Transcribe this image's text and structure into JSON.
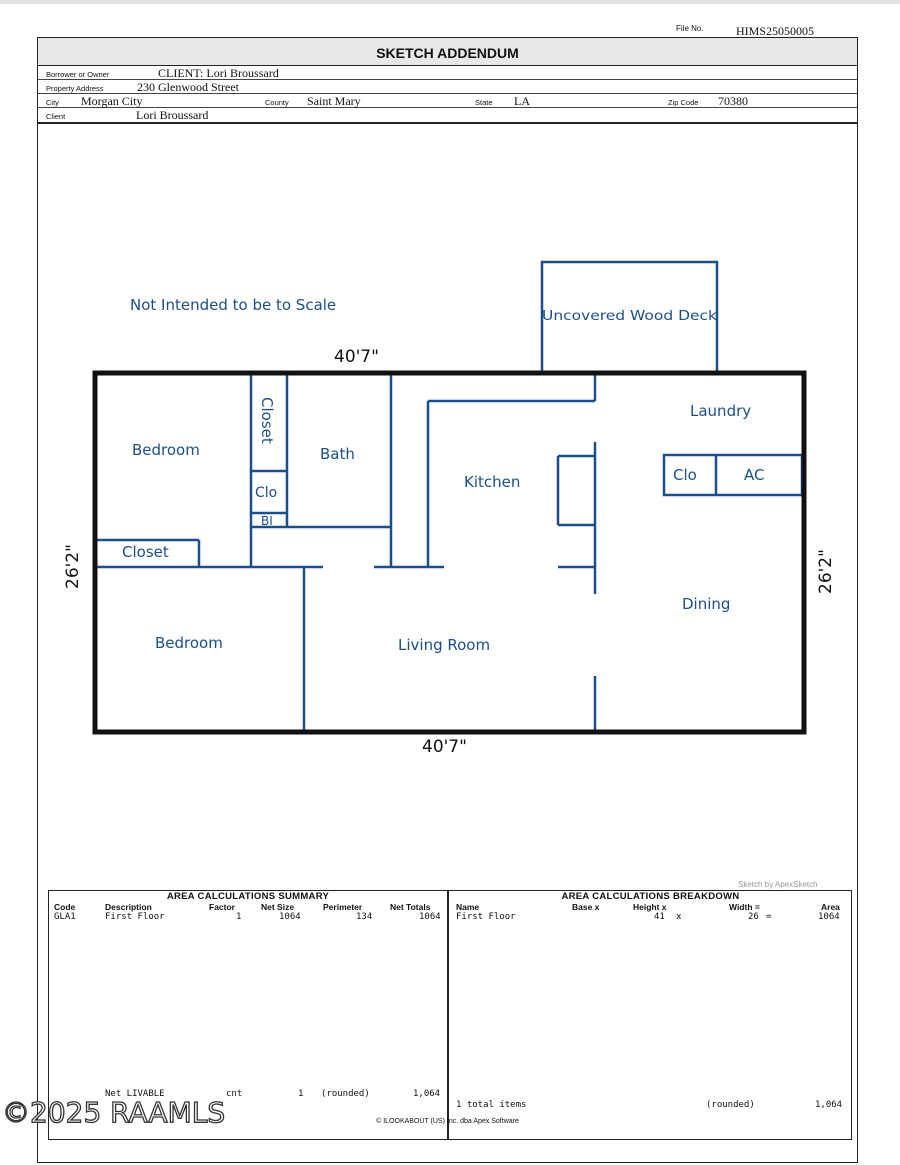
{
  "file": {
    "label": "File No.",
    "value": "HIMS25050005"
  },
  "header": {
    "title": "SKETCH ADDENDUM",
    "borrower_label": "Borrower or Owner",
    "borrower_value": "CLIENT: Lori Broussard",
    "address_label": "Property Address",
    "address_value": "230 Glenwood Street",
    "city_label": "City",
    "city_value": "Morgan City",
    "county_label": "County",
    "county_value": "Saint Mary",
    "state_label": "State",
    "state_value": "LA",
    "zip_label": "Zip Code",
    "zip_value": "70380",
    "client_label": "Client",
    "client_value": "Lori Broussard"
  },
  "sketch": {
    "scale_note": "Not Intended to be to Scale",
    "dim_top": "40'7\"",
    "dim_bottom": "40'7\"",
    "dim_left": "26'2\"",
    "dim_right": "26'2\"",
    "rooms": {
      "deck": "Uncovered Wood Deck",
      "bedroom1": "Bedroom",
      "closet_vertical": "Closet",
      "bath": "Bath",
      "kitchen": "Kitchen",
      "laundry": "Laundry",
      "clo_small": "Clo",
      "bi": "BI",
      "clo_right": "Clo",
      "ac": "AC",
      "closet_left": "Closet",
      "bedroom2": "Bedroom",
      "living": "Living Room",
      "dining": "Dining"
    },
    "credit": "Sketch by ApexSketch",
    "line_color": "#1b4f8a"
  },
  "summary": {
    "title": "AREA CALCULATIONS SUMMARY",
    "headers": [
      "Code",
      "Description",
      "Factor",
      "Net Size",
      "Perimeter",
      "Net Totals"
    ],
    "row": {
      "code": "GLA1",
      "description": "First Floor",
      "factor": "1",
      "net_size": "1064",
      "perimeter": "134",
      "net_totals": "1064"
    },
    "footer": {
      "label": "Net LIVABLE",
      "cnt_label": "cnt",
      "cnt": "1",
      "rounded": "(rounded)",
      "total": "1,064"
    }
  },
  "breakdown": {
    "title": "AREA CALCULATIONS BREAKDOWN",
    "headers": {
      "name": "Name",
      "base": "Base  x",
      "height": "Height  x",
      "width": "Width  =",
      "area": "Area"
    },
    "row": {
      "name": "First Floor",
      "height": "41",
      "x": "x",
      "width": "26",
      "eq": "=",
      "area": "1064"
    },
    "footer": {
      "items": "1 total items",
      "rounded": "(rounded)",
      "total": "1,064"
    }
  },
  "footer": "© ILOOKABOUT (US) Inc. dba Apex Software",
  "watermark": "©2025 RAAMLS"
}
